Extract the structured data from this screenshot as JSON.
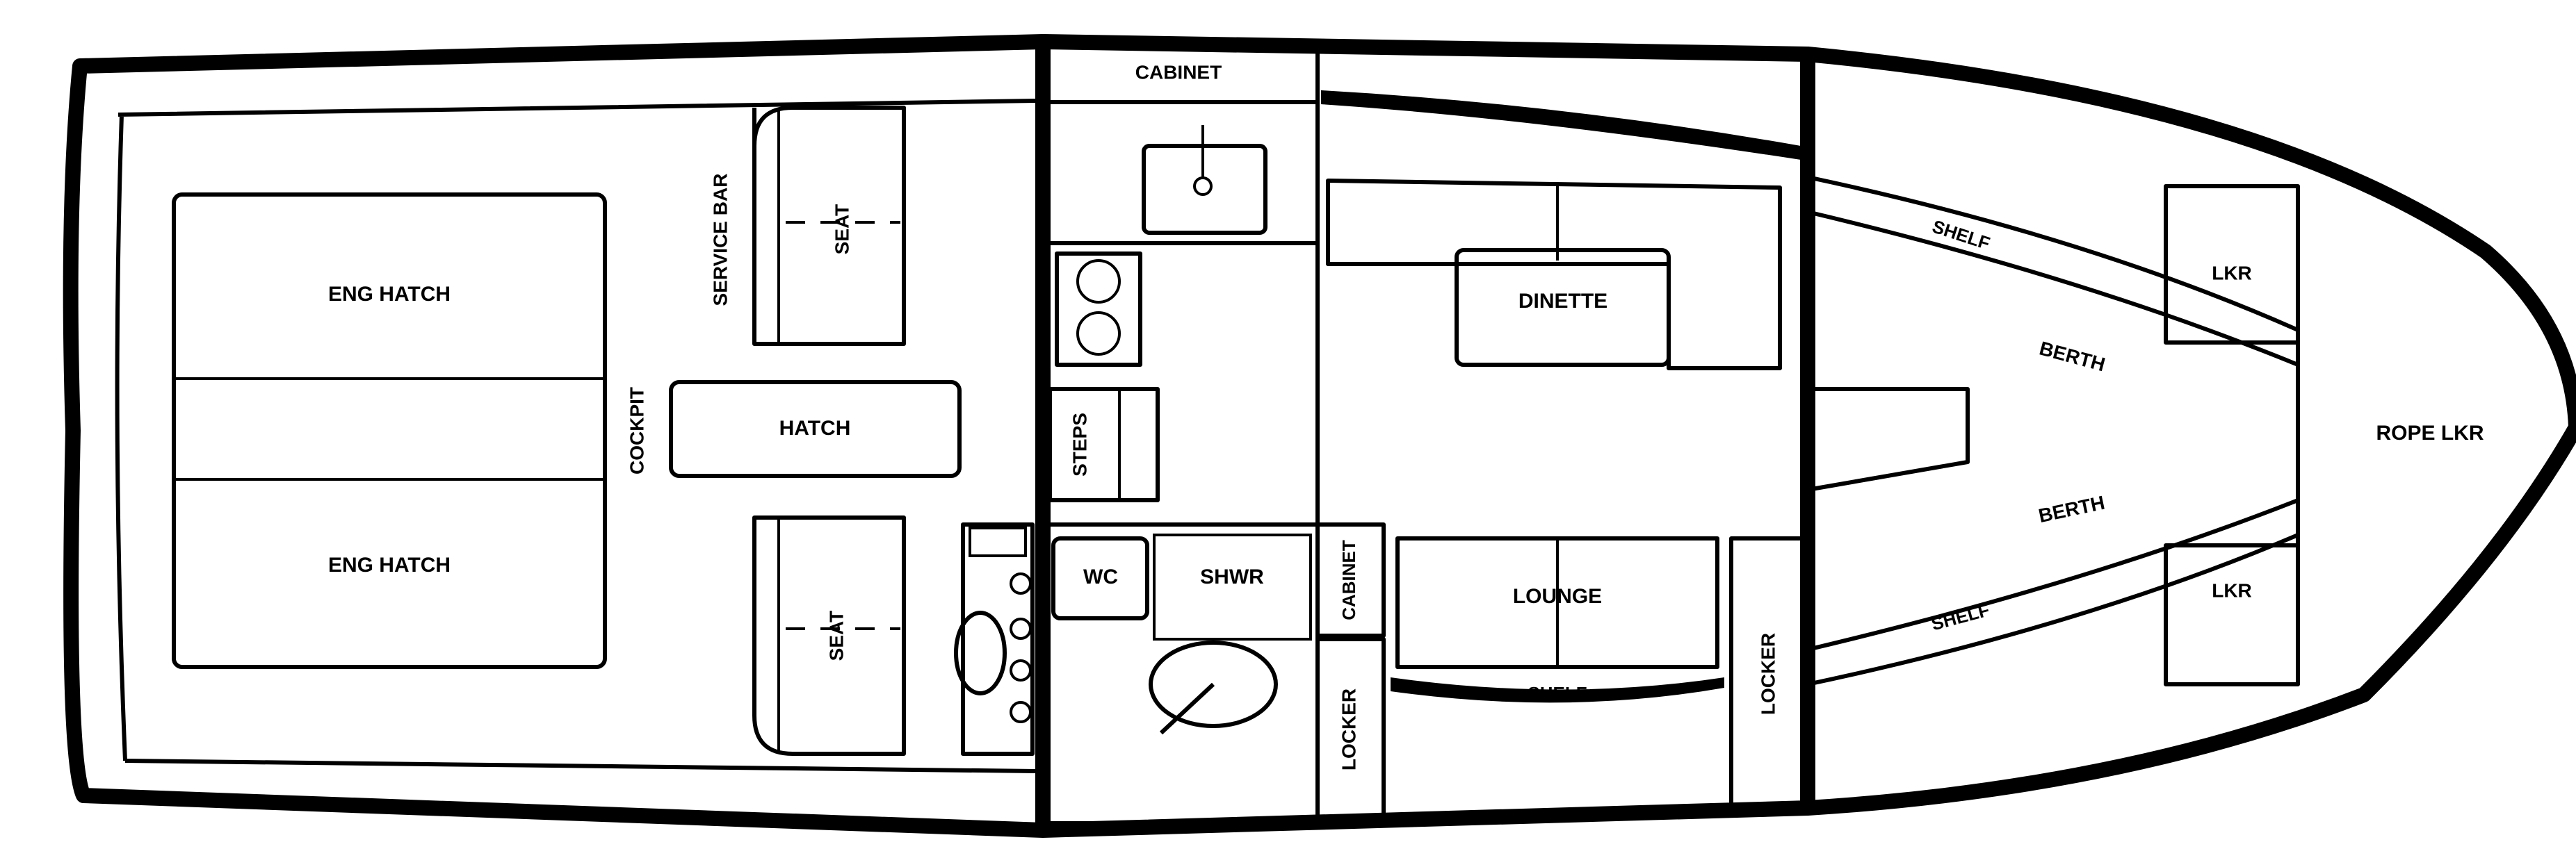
{
  "diagram": {
    "kind": "boat-floor-plan",
    "labels": {
      "cabinet_top": "CABINET",
      "eng_hatch_upper": "ENG HATCH",
      "eng_hatch_lower": "ENG HATCH",
      "service_bar": "SERVICE BAR",
      "seat_upper": "SEAT",
      "seat_lower": "SEAT",
      "cockpit": "COCKPIT",
      "hatch": "HATCH",
      "steps": "STEPS",
      "wc": "WC",
      "shwr": "SHWR",
      "cabinet_side": "CABINET",
      "locker_left": "LOCKER",
      "locker_right": "LOCKER",
      "dinette": "DINETTE",
      "lounge": "LOUNGE",
      "shelf_lounge": "SHELF",
      "shelf_upper": "SHELF",
      "shelf_lower": "SHELF",
      "berth_upper": "BERTH",
      "berth_lower": "BERTH",
      "lkr_upper": "LKR",
      "lkr_lower": "LKR",
      "rope_lkr": "ROPE LKR"
    },
    "colors": {
      "ink": "#000000",
      "paper": "#ffffff"
    }
  }
}
